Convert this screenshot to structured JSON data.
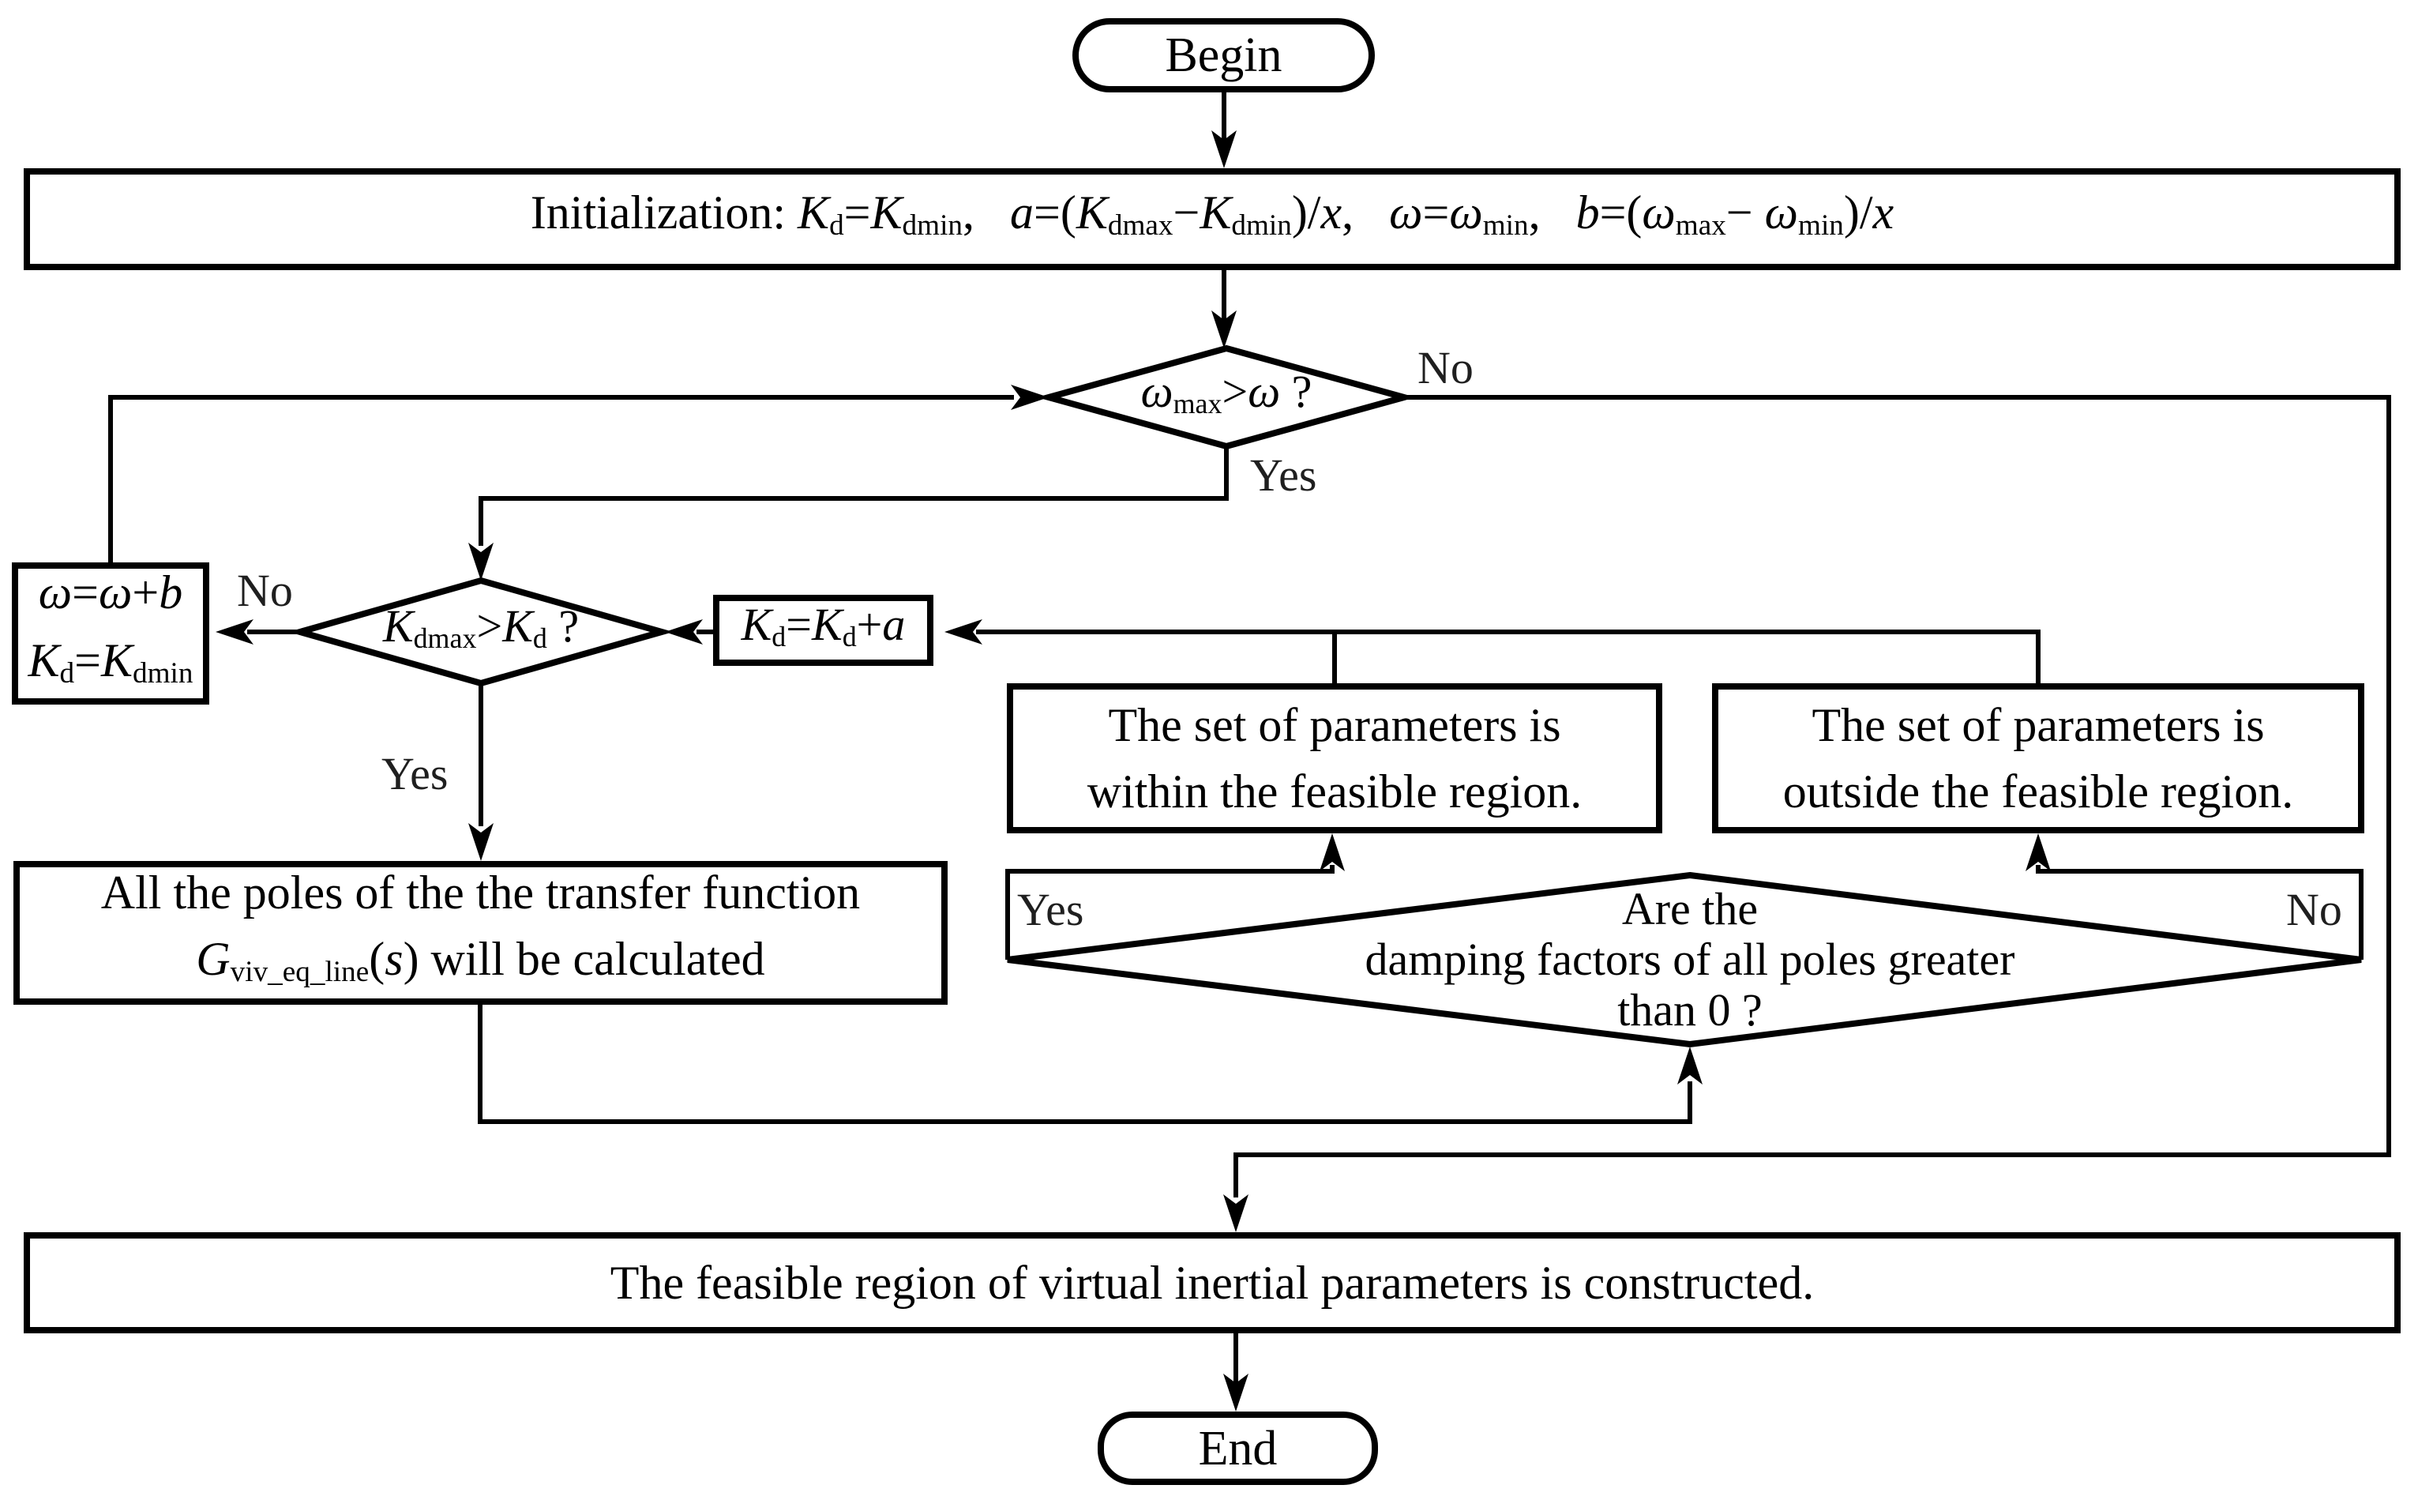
{
  "nodes": {
    "begin": {
      "label": "Begin"
    },
    "initialization": {
      "rich": [
        [
          "r",
          "Initialization: "
        ],
        [
          "i",
          "K"
        ],
        [
          "s",
          "d"
        ],
        [
          "r",
          "="
        ],
        [
          "i",
          "K"
        ],
        [
          "s",
          "dmin"
        ],
        [
          "r",
          ",  "
        ],
        [
          "i",
          "a"
        ],
        [
          "r",
          "=("
        ],
        [
          "i",
          "K"
        ],
        [
          "s",
          "dmax"
        ],
        [
          "r",
          "−"
        ],
        [
          "i",
          "K"
        ],
        [
          "s",
          "dmin"
        ],
        [
          "r",
          ")/"
        ],
        [
          "i",
          "x"
        ],
        [
          "r",
          ",  "
        ],
        [
          "i",
          "ω"
        ],
        [
          "r",
          "="
        ],
        [
          "i",
          "ω"
        ],
        [
          "s",
          "min"
        ],
        [
          "r",
          ",  "
        ],
        [
          "i",
          "b"
        ],
        [
          "r",
          "=("
        ],
        [
          "i",
          "ω"
        ],
        [
          "s",
          "max"
        ],
        [
          "r",
          "− "
        ],
        [
          "i",
          "ω"
        ],
        [
          "s",
          "min"
        ],
        [
          "r",
          ")/"
        ],
        [
          "i",
          "x"
        ]
      ]
    },
    "decision_omega": {
      "rich": [
        [
          "i",
          "ω"
        ],
        [
          "s",
          "max"
        ],
        [
          "r",
          ">"
        ],
        [
          "i",
          "ω"
        ],
        [
          "r",
          " ?"
        ]
      ],
      "yes": "Yes",
      "no": "No"
    },
    "omega_update": {
      "line1_rich": [
        [
          "i",
          "ω"
        ],
        [
          "r",
          "="
        ],
        [
          "i",
          "ω"
        ],
        [
          "r",
          "+"
        ],
        [
          "i",
          "b"
        ]
      ],
      "line2_rich": [
        [
          "i",
          "K"
        ],
        [
          "s",
          "d"
        ],
        [
          "r",
          "="
        ],
        [
          "i",
          "K"
        ],
        [
          "s",
          "dmin"
        ]
      ]
    },
    "decision_kd": {
      "rich": [
        [
          "i",
          "K"
        ],
        [
          "s",
          "dmax"
        ],
        [
          "r",
          ">"
        ],
        [
          "i",
          "K"
        ],
        [
          "s",
          "d"
        ],
        [
          "r",
          " ?"
        ]
      ],
      "yes": "Yes",
      "no": "No"
    },
    "kd_update": {
      "rich": [
        [
          "i",
          "K"
        ],
        [
          "s",
          "d"
        ],
        [
          "r",
          "="
        ],
        [
          "i",
          "K"
        ],
        [
          "s",
          "d"
        ],
        [
          "r",
          "+"
        ],
        [
          "i",
          "a"
        ]
      ]
    },
    "poles_calc": {
      "line1": "All the poles of the the transfer function",
      "line2_rich": [
        [
          "i",
          "G"
        ],
        [
          "s",
          "viv_eq_line"
        ],
        [
          "r",
          "("
        ],
        [
          "i",
          "s"
        ],
        [
          "r",
          ") will be calculated"
        ]
      ]
    },
    "set_within": {
      "line1": "The set of parameters is",
      "line2": "within the feasible region."
    },
    "set_outside": {
      "line1": "The set of parameters is",
      "line2": "outside the feasible region."
    },
    "decision_damping": {
      "line1": "Are the",
      "line2": "damping factors of all poles greater",
      "line3": "than 0 ?",
      "yes": "Yes",
      "no": "No"
    },
    "result": {
      "label": "The feasible region of virtual inertial parameters is constructed."
    },
    "end": {
      "label": "End"
    }
  },
  "colors": {
    "stroke": "#000000",
    "background": "#ffffff"
  }
}
